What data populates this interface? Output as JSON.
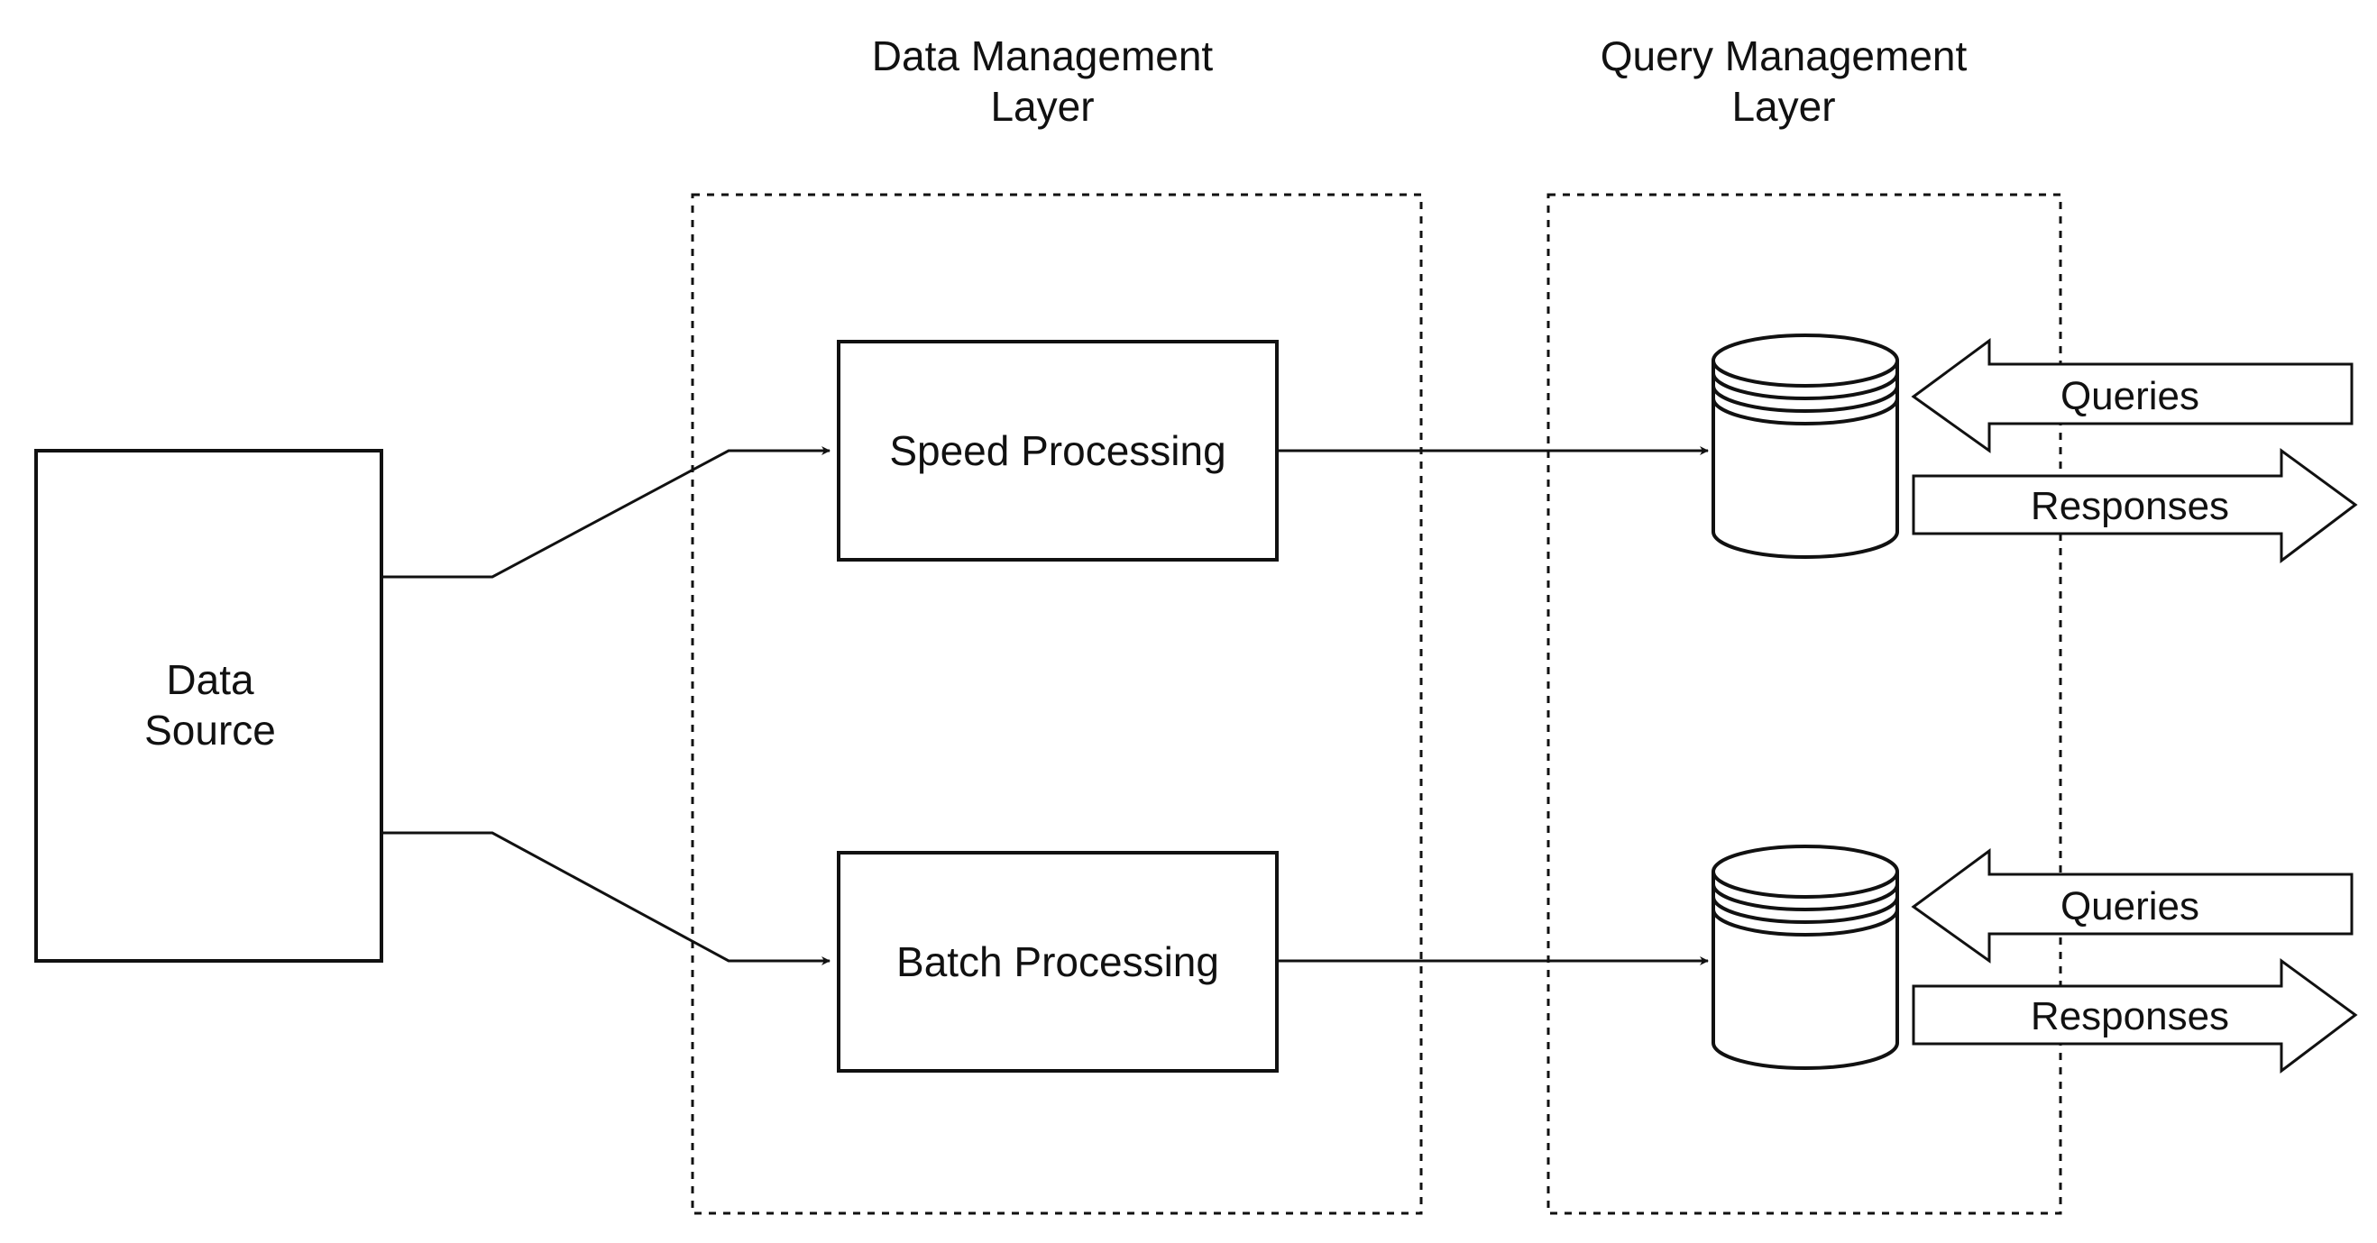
{
  "layers": {
    "data_management": {
      "title_line1": "Data Management",
      "title_line2": "Layer"
    },
    "query_management": {
      "title_line1": "Query Management",
      "title_line2": "Layer"
    }
  },
  "data_source": {
    "label_line1": "Data",
    "label_line2": "Source"
  },
  "processors": {
    "speed": {
      "label": "Speed Processing"
    },
    "batch": {
      "label": "Batch Processing"
    }
  },
  "stores": {
    "speed": {
      "icon": "database-icon",
      "queries_label": "Queries",
      "responses_label": "Responses"
    },
    "batch": {
      "icon": "database-icon",
      "queries_label": "Queries",
      "responses_label": "Responses"
    }
  },
  "colors": {
    "stroke": "#111111",
    "background": "#ffffff"
  }
}
